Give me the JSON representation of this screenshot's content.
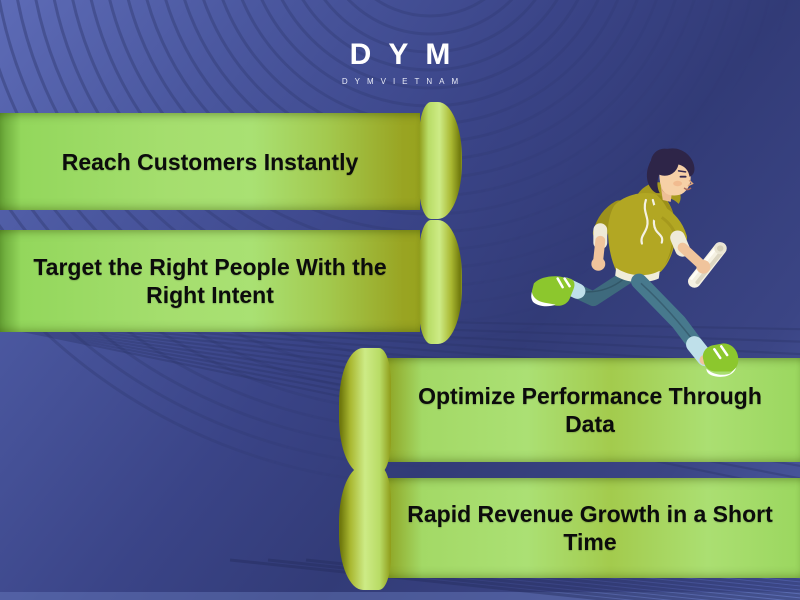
{
  "logo": {
    "title": "DYM",
    "subtitle": "DYMVIETNAM"
  },
  "banners": [
    {
      "label": "Reach Customers Instantly"
    },
    {
      "label": "Target the Right People With the Right Intent"
    },
    {
      "label": "Optimize Performance Through Data"
    },
    {
      "label": "Rapid Revenue Growth in a Short Time"
    }
  ],
  "illustration": {
    "icon": "running-man-icon"
  },
  "colors": {
    "background_light_blue": "#5d6bb6",
    "background_dark_blue": "#343d7c",
    "ribbon_light_green": "#a5de6e",
    "ribbon_olive": "#99a422",
    "ribbon_text": "#0c0c0c",
    "logo_text": "#ffffff",
    "hoodie_olive": "#b2a723",
    "jeans_teal": "#47798d",
    "sneaker_green": "#8cc72d"
  }
}
